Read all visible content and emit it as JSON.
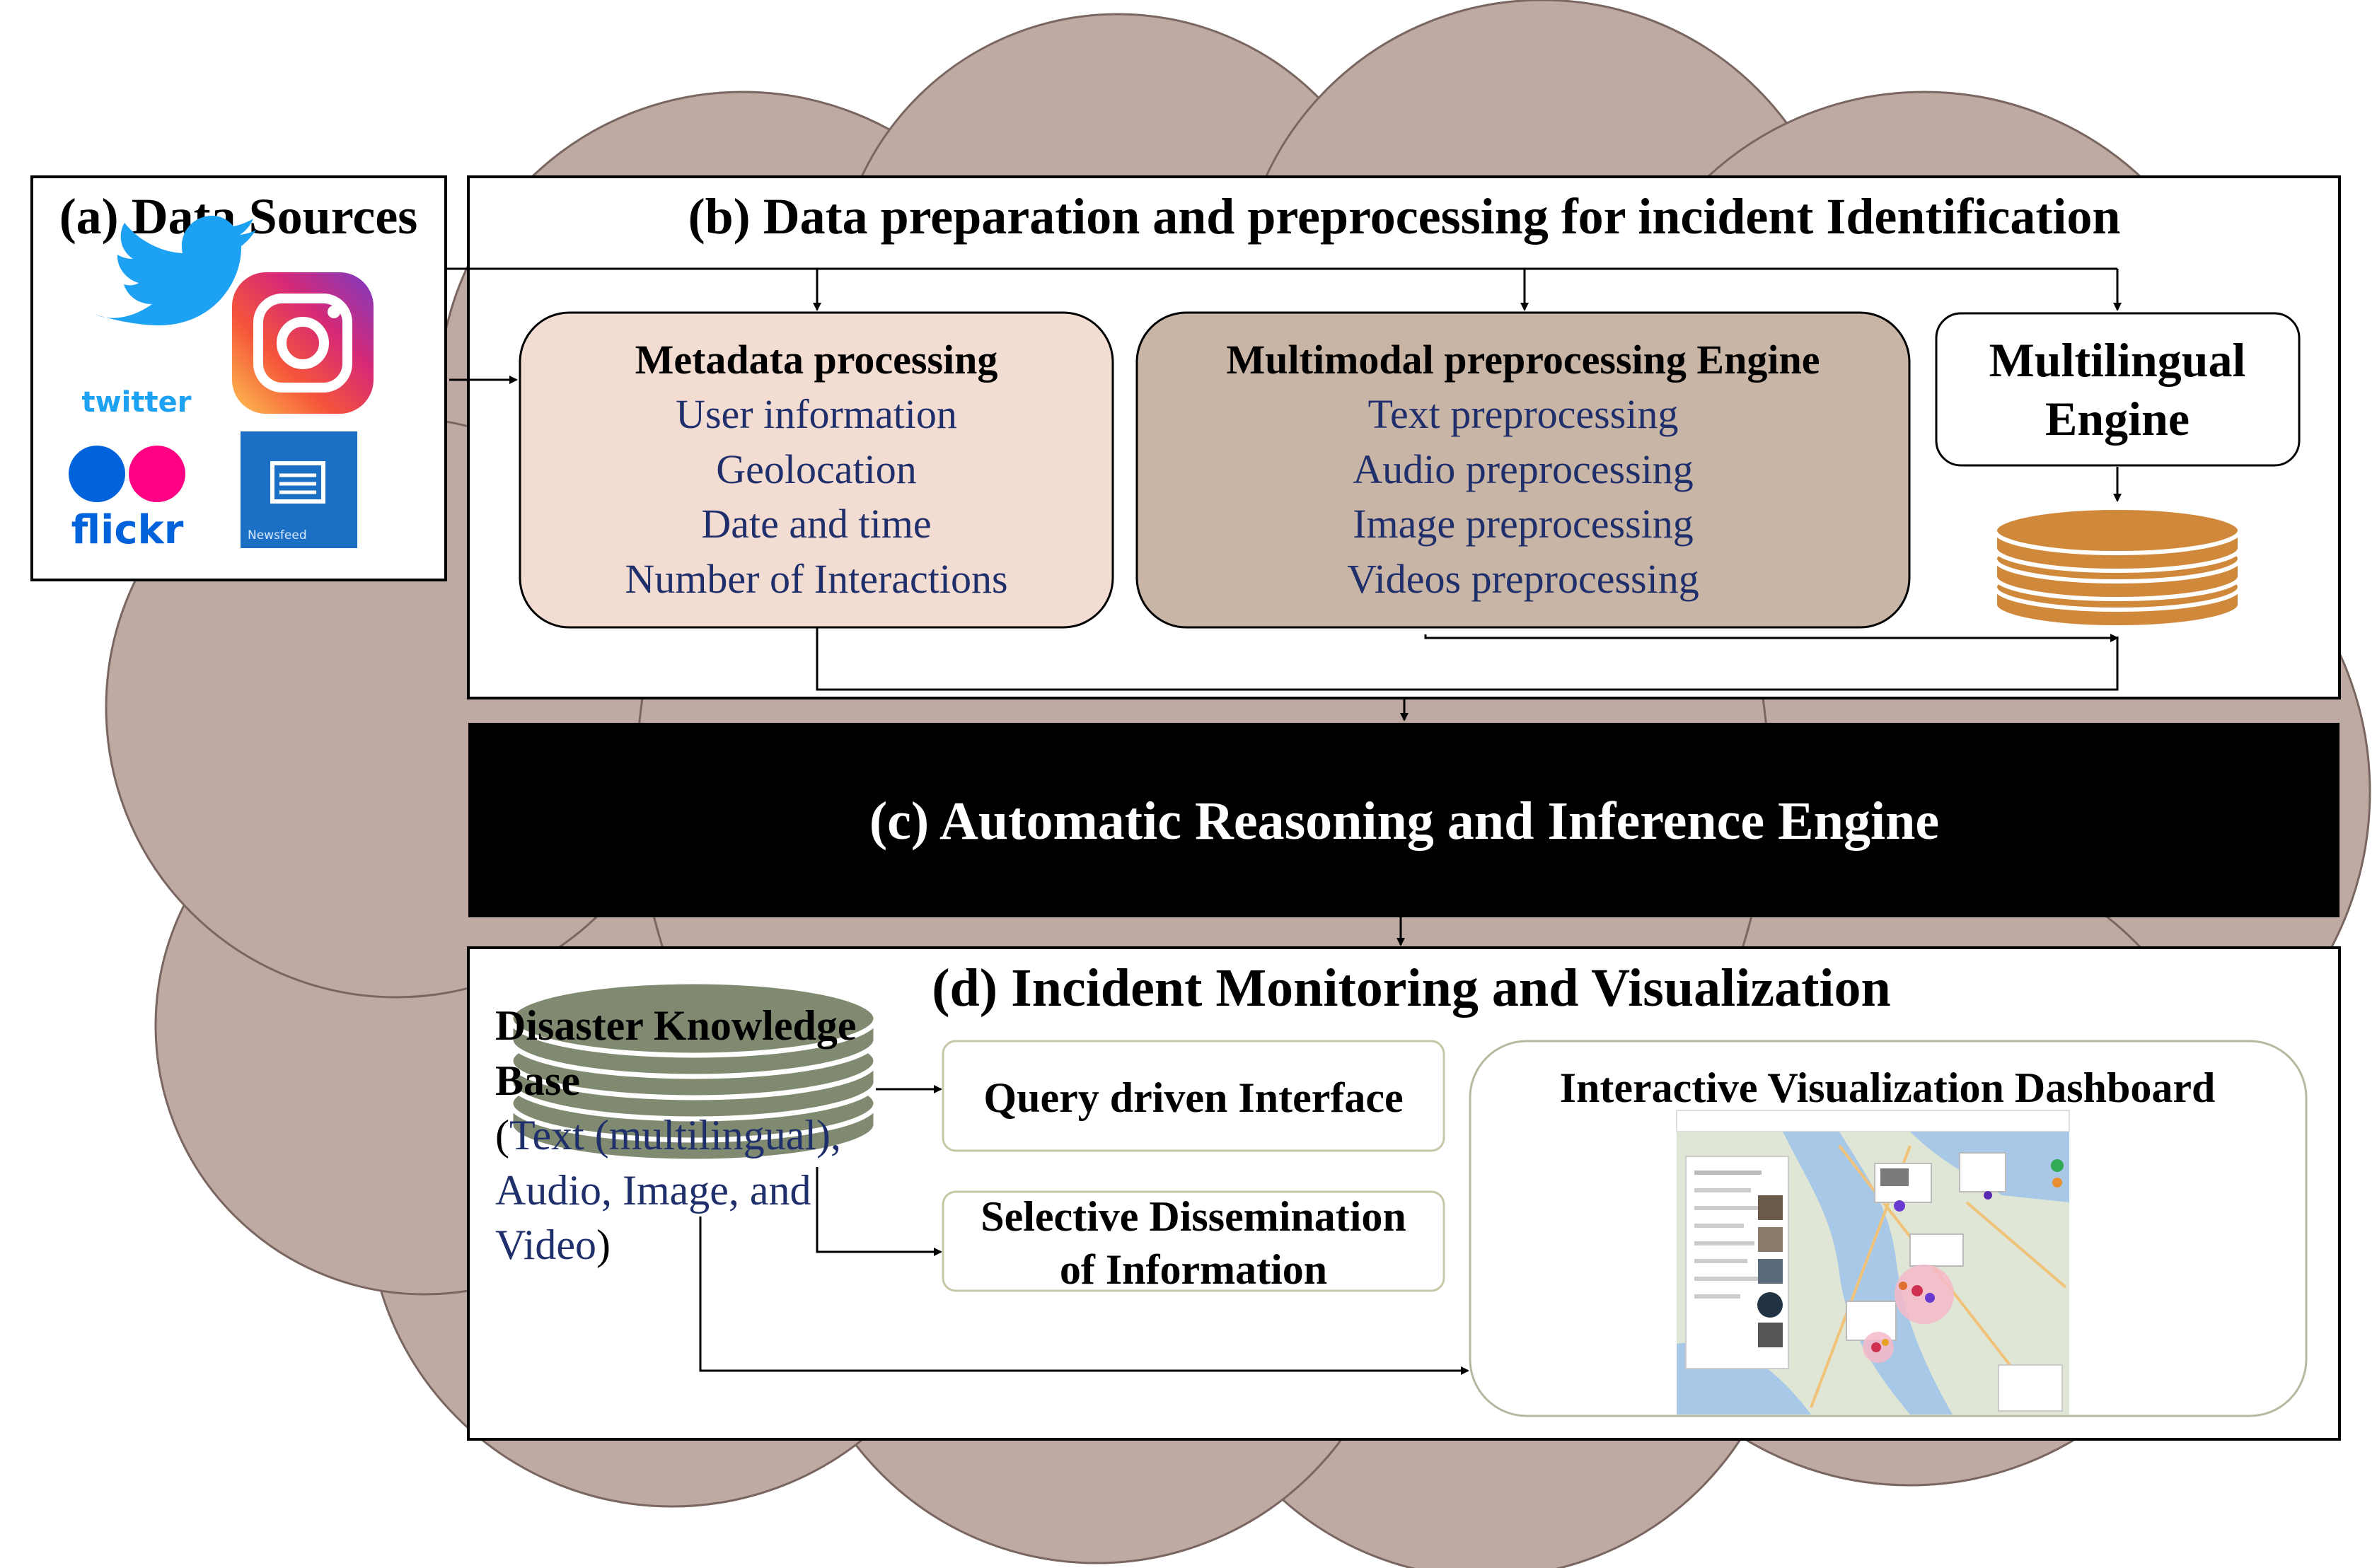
{
  "colors": {
    "cloud": "#bfaaa3",
    "metadata_fill": "#f3ddd2",
    "multimodal_fill": "#c9b5a6",
    "reasoning_fill": "#000000",
    "database_orange": "#d0883a",
    "database_gray": "#7f8a70",
    "item_text": "#1f2f6b",
    "twitter_blue": "#1da1f2",
    "flickr_blue": "#0063dc",
    "flickr_pink": "#ff0084",
    "newsfeed_blue": "#1b6fc4"
  },
  "data_sources": {
    "title": "(a) Data Sources",
    "icons": [
      {
        "icon": "twitter-icon",
        "label": "twitter"
      },
      {
        "icon": "instagram-icon",
        "label": ""
      },
      {
        "icon": "flickr-icon",
        "label": "flickr"
      },
      {
        "icon": "newsfeed-icon",
        "label": "Newsfeed"
      }
    ]
  },
  "preparation": {
    "title": "(b) Data preparation and preprocessing for incident Identification",
    "metadata": {
      "title": "Metadata processing",
      "items": [
        "User information",
        "Geolocation",
        "Date and time",
        "Number of Interactions"
      ]
    },
    "multimodal": {
      "title": "Multimodal preprocessing Engine",
      "items": [
        "Text preprocessing",
        "Audio preprocessing",
        "Image preprocessing",
        "Videos preprocessing"
      ]
    },
    "multilingual": {
      "title_line1": "Multilingual",
      "title_line2": "Engine"
    }
  },
  "reasoning": {
    "title": "(c) Automatic Reasoning and Inference Engine"
  },
  "monitoring": {
    "title": "(d) Incident Monitoring and Visualization",
    "knowledge_base": {
      "title_line1": "Disaster Knowledge",
      "title_line2": "Base",
      "desc_line1_open": "(",
      "desc_line1_rest": "Text (multilingual),",
      "desc_line2": "Audio, Image, and",
      "desc_line3_main": "Video",
      "desc_line3_close": ")"
    },
    "query_interface": "Query driven Interface",
    "dissemination_line1": "Selective Dissemination",
    "dissemination_line2": "of Information",
    "dashboard": "Interactive Visualization Dashboard"
  }
}
